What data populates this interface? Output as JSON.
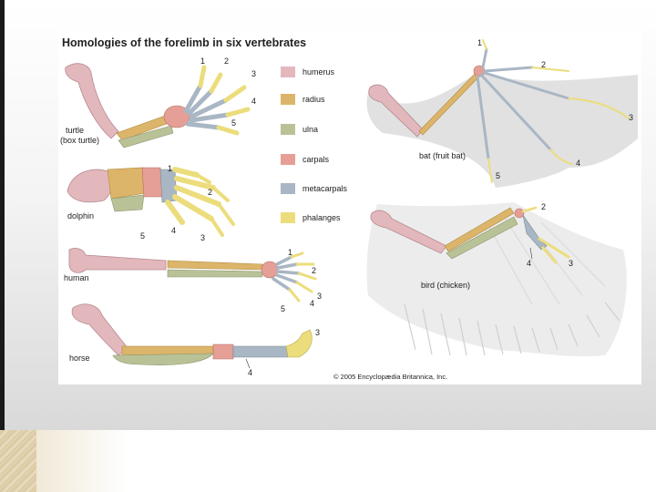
{
  "figure": {
    "title": "Homologies of the forelimb in six vertebrates",
    "animals": {
      "turtle": "turtle",
      "turtle_sub": "(box turtle)",
      "dolphin": "dolphin",
      "human": "human",
      "horse": "horse",
      "bat": "bat (fruit bat)",
      "bird": "bird (chicken)"
    },
    "legend": [
      {
        "label": "humerus",
        "color": "#e2b8bd"
      },
      {
        "label": "radius",
        "color": "#dcb56a"
      },
      {
        "label": "ulna",
        "color": "#b9c297"
      },
      {
        "label": "carpals",
        "color": "#e59f96"
      },
      {
        "label": "metacarpals",
        "color": "#a9b6c4"
      },
      {
        "label": "phalanges",
        "color": "#ecdd7c"
      }
    ],
    "digits": [
      "1",
      "2",
      "3",
      "4",
      "5"
    ],
    "copyright": "© 2005 Encyclopædia Britannica, Inc."
  }
}
